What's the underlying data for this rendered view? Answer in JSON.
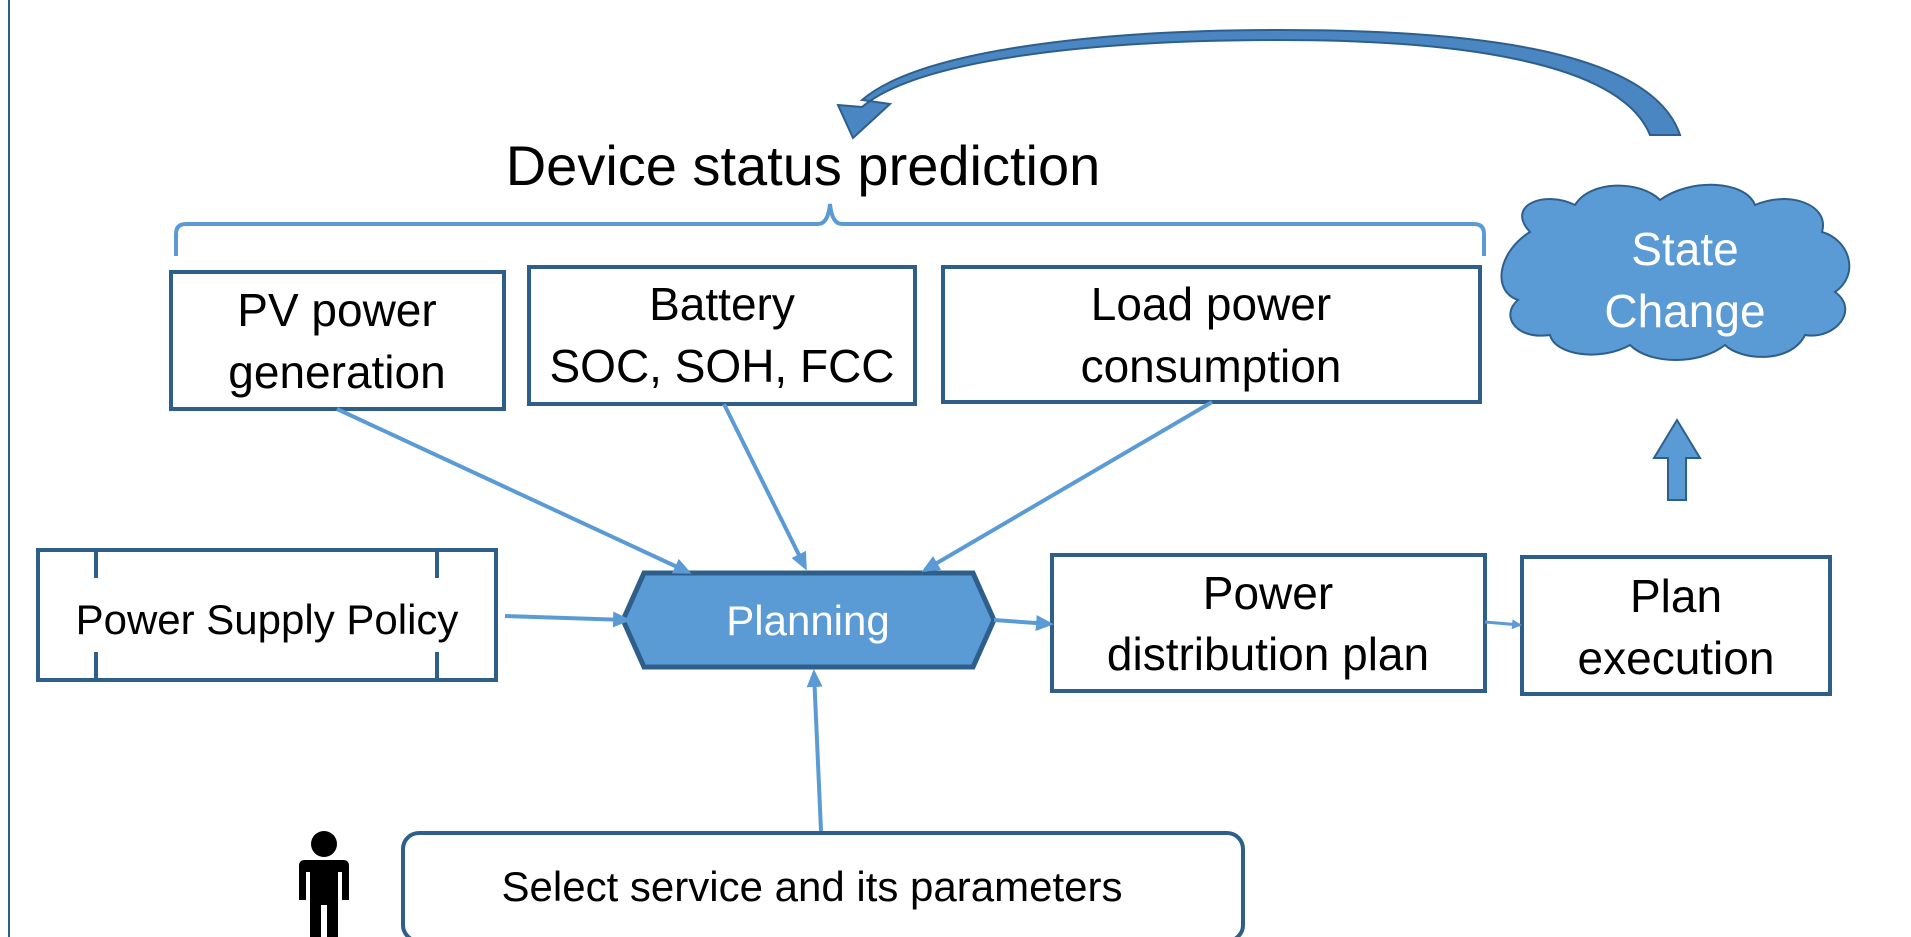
{
  "title": "Device status prediction",
  "nodes": {
    "pv": [
      "PV power",
      "generation"
    ],
    "battery": [
      "Battery",
      "SOC, SOH, FCC"
    ],
    "load": [
      "Load power",
      "consumption"
    ],
    "state_change": [
      "State",
      "Change"
    ],
    "policy": "Power Supply Policy",
    "planning": "Planning",
    "distribution": [
      "Power",
      "distribution plan"
    ],
    "execution": [
      "Plan",
      "execution"
    ],
    "select": "Select service and its parameters"
  },
  "colors": {
    "box_stroke": "#2E5F8A",
    "fill_blue": "#5B9BD5",
    "arrow": "#5B9BD5",
    "border": "#2E5F8A"
  },
  "icons": {
    "user": "person-icon"
  }
}
